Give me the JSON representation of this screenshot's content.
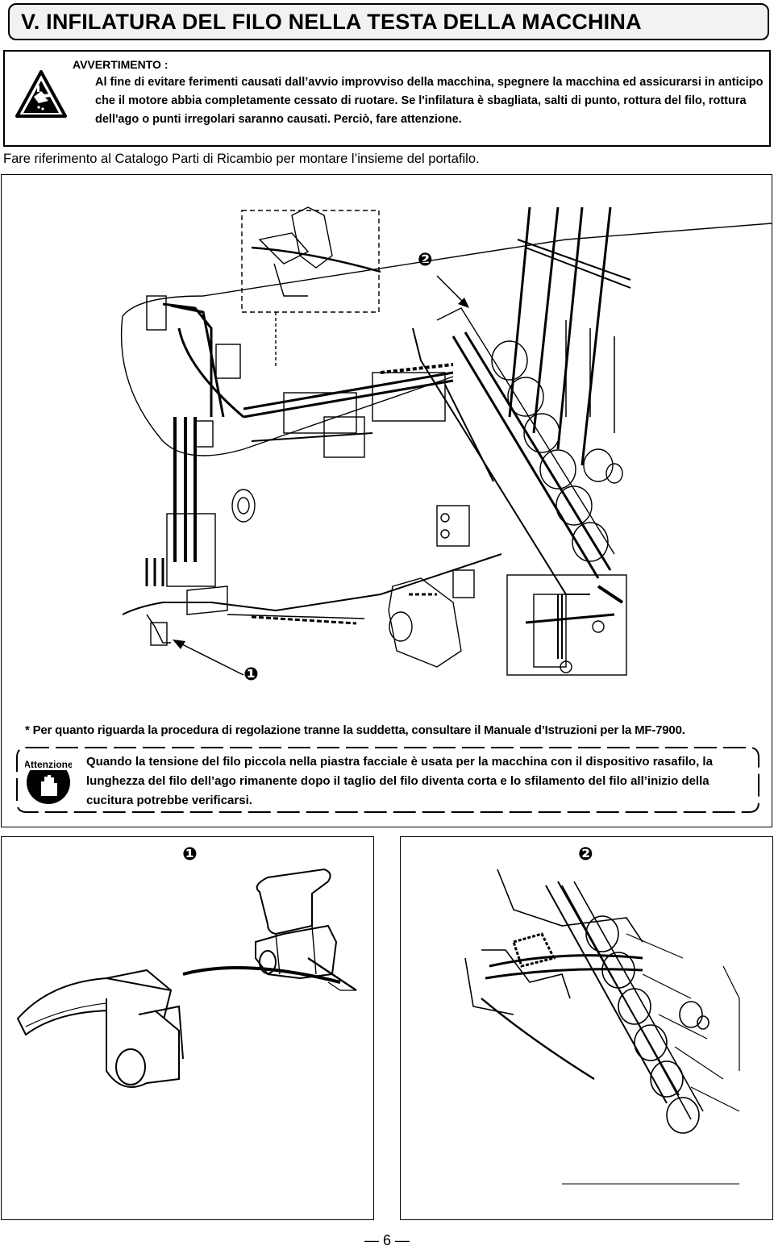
{
  "header": {
    "title": "V. INFILATURA DEL FILO NELLA TESTA DELLA MACCHINA"
  },
  "warning": {
    "heading": "AVVERTIMENTO :",
    "text": "Al fine di evitare ferimenti causati dall’avvio improvviso della macchina, spegnere la macchina ed assicurarsi in anticipo che il motore abbia completamente cessato di ruotare. Se l'infilatura è sbagliata, salti di punto, rottura del filo, rottura dell'ago o punti irregolari saranno causati. Perciò, fare attenzione.",
    "icon": "hand-injury-warning-icon"
  },
  "reference_note": "Fare riferimento al Catalogo Parti di Ricambio per montare l’insieme del portafilo.",
  "diagram": {
    "marker_1": "❶",
    "marker_2": "❷"
  },
  "footnote": "* Per quanto riguarda la procedura di regolazione tranne la suddetta, consultare il Manuale d’Istruzioni per la MF-7900.",
  "caution": {
    "icon_label": "Attenzione",
    "text": "Quando la tensione del filo piccola nella piastra facciale è usata per la macchina con il dispositivo rasafilo, la lunghezza del filo dell’ago rimanente dopo il taglio del filo diventa corta e lo sfilamento del filo all’inizio della cucitura potrebbe verificarsi."
  },
  "details": {
    "left_marker": "❶",
    "right_marker": "❷"
  },
  "page_number": "— 6 —"
}
